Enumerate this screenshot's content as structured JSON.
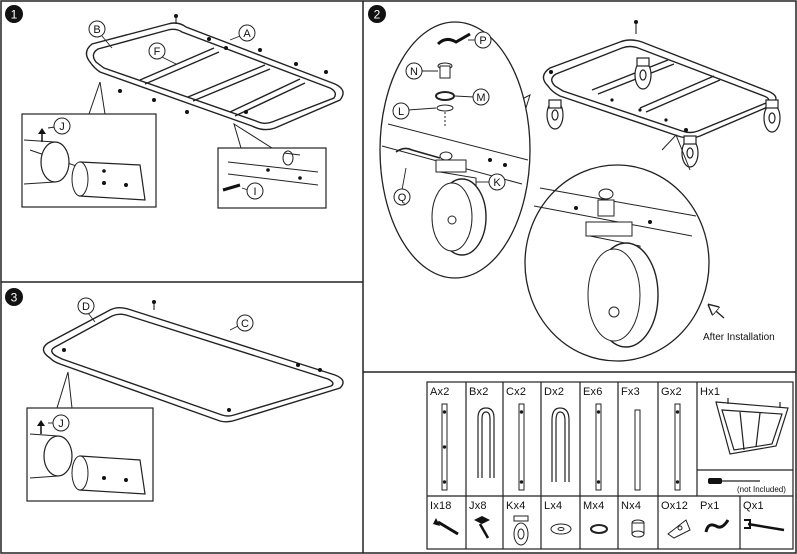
{
  "steps": {
    "s1": "1",
    "s2": "2",
    "s3": "3"
  },
  "callouts": {
    "A": "A",
    "B": "B",
    "C": "C",
    "D": "D",
    "F": "F",
    "I": "I",
    "J1": "J",
    "J3": "J",
    "K": "K",
    "L": "L",
    "M": "M",
    "N": "N",
    "P": "P",
    "Q": "Q"
  },
  "after_installation": "After Installation",
  "parts": [
    {
      "id": "A",
      "label": "Ax2"
    },
    {
      "id": "B",
      "label": "Bx2"
    },
    {
      "id": "C",
      "label": "Cx2"
    },
    {
      "id": "D",
      "label": "Dx2"
    },
    {
      "id": "E",
      "label": "Ex6"
    },
    {
      "id": "F",
      "label": "Fx3"
    },
    {
      "id": "G",
      "label": "Gx2"
    },
    {
      "id": "H",
      "label": "Hx1"
    },
    {
      "id": "I",
      "label": "Ix18"
    },
    {
      "id": "J",
      "label": "Jx8"
    },
    {
      "id": "K",
      "label": "Kx4"
    },
    {
      "id": "L",
      "label": "Lx4"
    },
    {
      "id": "M",
      "label": "Mx4"
    },
    {
      "id": "N",
      "label": "Nx4"
    },
    {
      "id": "O",
      "label": "Ox12"
    },
    {
      "id": "P",
      "label": "Px1"
    },
    {
      "id": "Q",
      "label": "Qx1"
    }
  ],
  "tool_note": "(not Included)"
}
